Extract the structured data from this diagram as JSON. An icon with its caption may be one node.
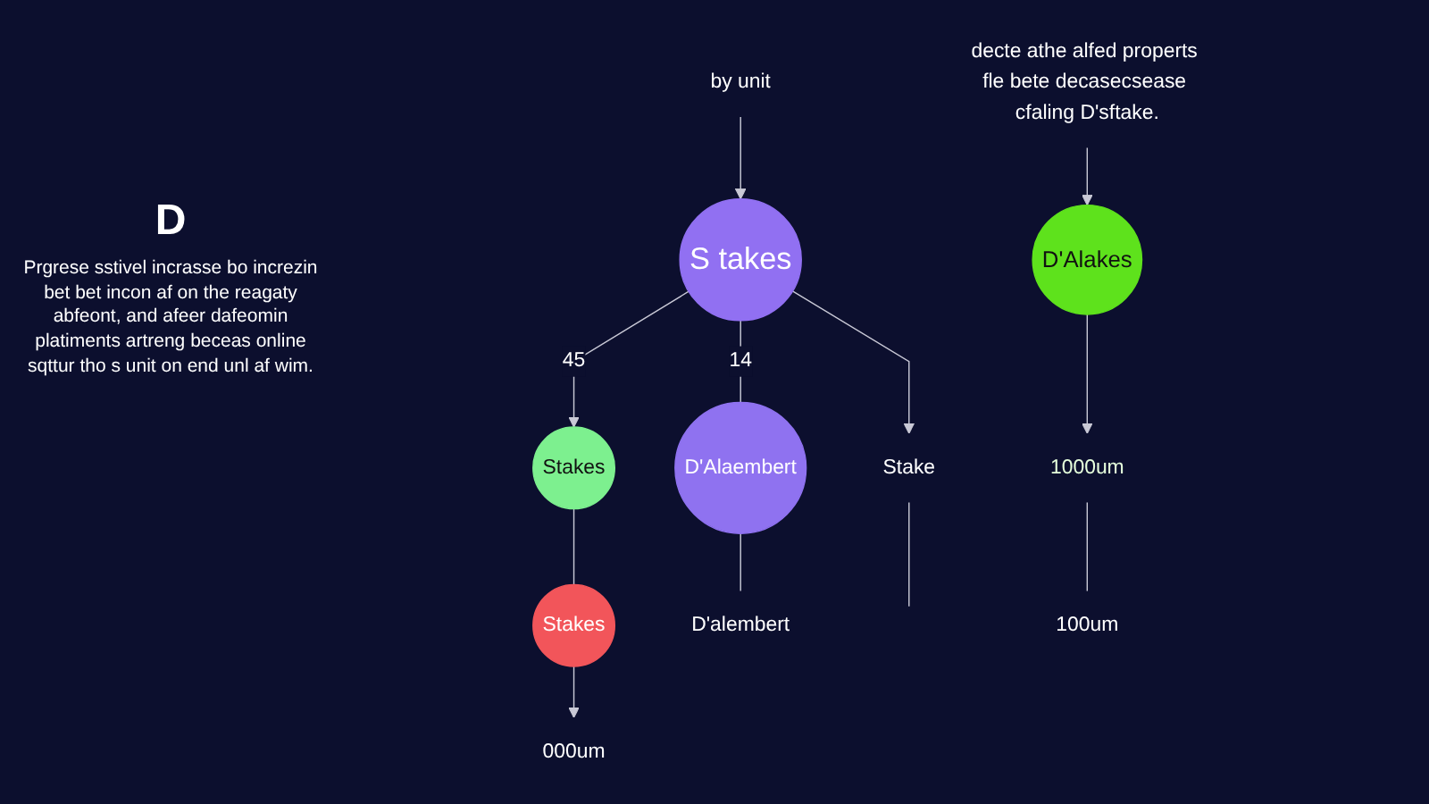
{
  "diagram": {
    "nodes": [
      {
        "text": [
          "by unit"
        ]
      },
      {
        "text": [
          "decte athe alfed properts fle bete decasecsease cfaling D'sftake."
        ]
      },
      {
        "text": [
          "S takes"
        ]
      },
      {
        "text": [
          "Stakes"
        ]
      },
      {
        "text": [
          "D'Alakes"
        ]
      },
      {
        "text": [
          "Stakes"
        ]
      },
      {
        "text": [
          "1000um"
        ]
      },
      {
        "text": [
          "D'Alaembert"
        ]
      },
      {
        "text": [
          "Stake"
        ]
      },
      {
        "text": [
          "000um"
        ]
      },
      {
        "text": [
          "D'alembert"
        ]
      },
      {
        "text": [
          "100um"
        ]
      }
    ],
    "edges": [
      {
        "from": 0,
        "to": 2,
        "arrow": "to"
      },
      {
        "from": 2,
        "to": 3,
        "arrow": "to",
        "label": "45"
      },
      {
        "from": 3,
        "to": 5,
        "arrow": "none"
      },
      {
        "from": 1,
        "to": 4,
        "arrow": "to"
      },
      {
        "from": 2,
        "to": 7,
        "arrow": "none",
        "label": "14"
      },
      {
        "from": 2,
        "to": 8,
        "arrow": "to"
      },
      {
        "from": 8,
        "to": null,
        "arrow": "none"
      },
      {
        "from": 4,
        "to": 6,
        "arrow": "to"
      },
      {
        "from": 5,
        "to": 9,
        "arrow": "to"
      },
      {
        "from": 7,
        "to": 10,
        "arrow": "none"
      },
      {
        "from": 6,
        "to": 11,
        "arrow": "none"
      }
    ],
    "labels": [
      "D",
      "Prgrese sstivel incrasse bo increzin bet bet incon af on the reagaty abfeont, and afeer dafeomin platiments artreng beceas online sqttur tho s unit on end unl af wim."
    ]
  }
}
